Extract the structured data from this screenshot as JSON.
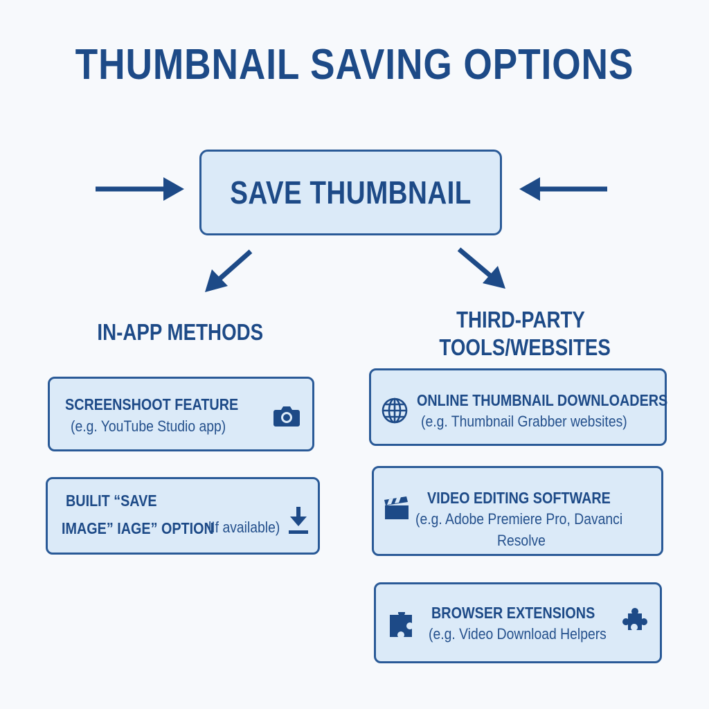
{
  "title": "THUMBNAIL SAVING OPTIONS",
  "center": {
    "label": "SAVE THUMBNAIL"
  },
  "left": {
    "heading": "IN-APP METHODS",
    "cards": [
      {
        "title": "SCREENSHOOT FEATURE",
        "subtitle": "(e.g. YouTube Studio app)",
        "icon": "camera-icon"
      },
      {
        "title_line1": "BUILIT “SAVE",
        "title_line2": "IMAGE” IAGE” OPTION",
        "suffix": "lIf available)",
        "icon": "download-icon"
      }
    ]
  },
  "right": {
    "heading_line1": "THIRD-PARTY",
    "heading_line2": "TOOLS/WEBSITES",
    "cards": [
      {
        "title": "ONLINE THUMBNAIL DOWNLOADERS",
        "subtitle": "(e.g. Thumbnail Grabber websites)",
        "icon": "globe-icon"
      },
      {
        "title": "VIDEO EDITING SOFTWARE",
        "subtitle_line1": "(e.g. Adobe Premiere Pro, Davanci",
        "subtitle_line2": "Resolve",
        "icon": "clapperboard-icon"
      },
      {
        "title": "BROWSER EXTENSIONS",
        "subtitle": "(e.g. Video Download Helpers",
        "icon": "puzzle-icon",
        "icon_right": "puzzle-piece-icon"
      }
    ]
  },
  "colors": {
    "primary": "#1d4a87",
    "box_fill": "#dbeaf8",
    "box_border": "#2a5a97",
    "background": "#f7f9fc"
  }
}
